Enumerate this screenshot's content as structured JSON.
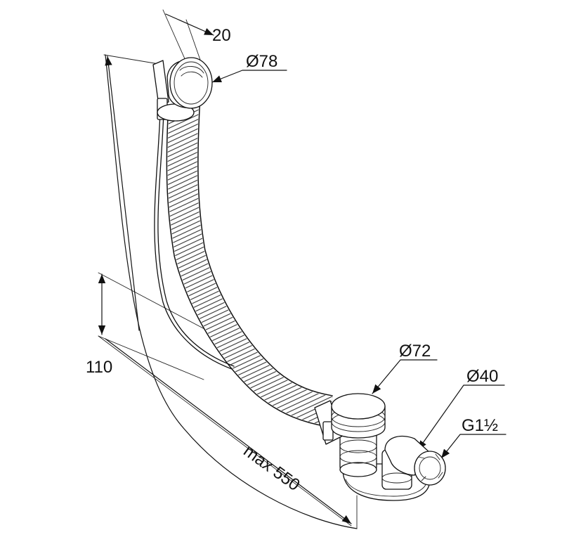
{
  "dimensions": {
    "overflow_offset": "20",
    "overflow_diameter": "Ø78",
    "height": "110",
    "length": "max 550",
    "drain_diameter": "Ø72",
    "pipe_diameter": "Ø40",
    "thread": "G1½"
  },
  "colors": {
    "line": "#111111",
    "background": "#ffffff"
  }
}
